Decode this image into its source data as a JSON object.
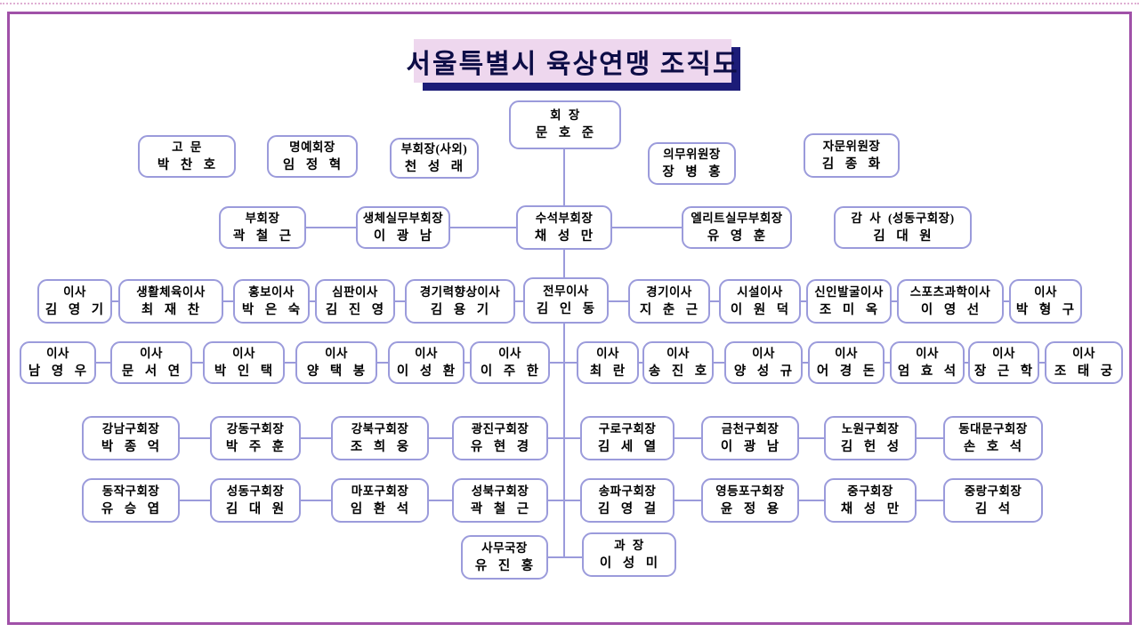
{
  "page": {
    "title": "서울특별시 육상연맹 조직도"
  },
  "colors": {
    "line": "#9b9bdb",
    "outer_border": "#a051a8",
    "title_bg": "#eed7ee",
    "title_shadow": "#1c1c78",
    "accent_light": "#dfaed3"
  },
  "boxes": {
    "advisor": {
      "title": "고 문",
      "name": "박 찬 호"
    },
    "honorary_chair": {
      "title": "명예회장",
      "name": "임 정 혁"
    },
    "vp_outside": {
      "title": "부회장(사외)",
      "name": "천 성 래"
    },
    "chairman": {
      "title": "회 장",
      "name": "문 호 준"
    },
    "medical_chair": {
      "title": "의무위원장",
      "name": "장 병 홍"
    },
    "advisory_chair": {
      "title": "자문위원장",
      "name": "김 종 화"
    },
    "vice_chairman": {
      "title": "부회장",
      "name": "곽 철 근"
    },
    "life_sports_vp": {
      "title": "생체실무부회장",
      "name": "이 광 남"
    },
    "senior_vp": {
      "title": "수석부회장",
      "name": "채 성 만"
    },
    "elite_vp": {
      "title": "엘리트실무부회장",
      "name": "유 영 훈"
    },
    "auditor": {
      "title": "감 사 (성동구회장)",
      "name": "김 대 원"
    },
    "dir_kim_younggi": {
      "title": "이사",
      "name": "김 영 기"
    },
    "dir_life_sports": {
      "title": "생활체육이사",
      "name": "최 재 찬"
    },
    "dir_pr": {
      "title": "홍보이사",
      "name": "박 은 숙"
    },
    "dir_referee": {
      "title": "심판이사",
      "name": "김 진 영"
    },
    "dir_performance": {
      "title": "경기력향상이사",
      "name": "김 용 기"
    },
    "exec_dir": {
      "title": "전무이사",
      "name": "김 인 동"
    },
    "dir_competition": {
      "title": "경기이사",
      "name": "지 춘 근"
    },
    "dir_facility": {
      "title": "시설이사",
      "name": "이 원 덕"
    },
    "dir_scouting": {
      "title": "신인발굴이사",
      "name": "조 미 옥"
    },
    "dir_sports_science": {
      "title": "스포츠과학이사",
      "name": "이 영 선"
    },
    "dir_park_hyunggu": {
      "title": "이사",
      "name": "박 형 구"
    },
    "dir_nam_youngwoo": {
      "title": "이사",
      "name": "남 영 우"
    },
    "dir_moon_seoyeon": {
      "title": "이사",
      "name": "문 서 연"
    },
    "dir_park_intaek": {
      "title": "이사",
      "name": "박 인 택"
    },
    "dir_yang_taekbong": {
      "title": "이사",
      "name": "양 택 봉"
    },
    "dir_lee_sunghwan": {
      "title": "이사",
      "name": "이 성 환"
    },
    "dir_lee_joohan": {
      "title": "이사",
      "name": "이 주 한"
    },
    "dir_choi_ran": {
      "title": "이사",
      "name": "최 란"
    },
    "dir_song_jinho": {
      "title": "이사",
      "name": "송 진 호"
    },
    "dir_yang_sunggyu": {
      "title": "이사",
      "name": "양 성 규"
    },
    "dir_eo_kyungdon": {
      "title": "이사",
      "name": "어 경 돈"
    },
    "dir_eom_hyoseok": {
      "title": "이사",
      "name": "엄 효 석"
    },
    "dir_jang_geunhak": {
      "title": "이사",
      "name": "장 근 학"
    },
    "dir_jo_taegung": {
      "title": "이사",
      "name": "조 태 궁"
    },
    "gangnam": {
      "title": "강남구회장",
      "name": "박 종 억"
    },
    "gangdong": {
      "title": "강동구회장",
      "name": "박 주 훈"
    },
    "gangbuk": {
      "title": "강북구회장",
      "name": "조 희 웅"
    },
    "gwangjin": {
      "title": "광진구회장",
      "name": "유 현 경"
    },
    "guro": {
      "title": "구로구회장",
      "name": "김 세 열"
    },
    "geumcheon": {
      "title": "금천구회장",
      "name": "이 광 남"
    },
    "nowon": {
      "title": "노원구회장",
      "name": "김 헌 성"
    },
    "dongdaemun": {
      "title": "동대문구회장",
      "name": "손 호 석"
    },
    "dongjak": {
      "title": "동작구회장",
      "name": "유 승 엽"
    },
    "seongdong": {
      "title": "성동구회장",
      "name": "김 대 원"
    },
    "mapo": {
      "title": "마포구회장",
      "name": "임 환 석"
    },
    "seongbuk": {
      "title": "성북구회장",
      "name": "곽 철 근"
    },
    "songpa": {
      "title": "송파구회장",
      "name": "김 영 걸"
    },
    "yeongdeungpo": {
      "title": "영등포구회장",
      "name": "윤 정 용"
    },
    "junggu": {
      "title": "중구회장",
      "name": "채 성 만"
    },
    "jungnang": {
      "title": "중랑구회장",
      "name": "김 석"
    },
    "secretary_general": {
      "title": "사무국장",
      "name": "유 진 홍"
    },
    "section_chief": {
      "title": "과 장",
      "name": "이 성 미"
    }
  }
}
